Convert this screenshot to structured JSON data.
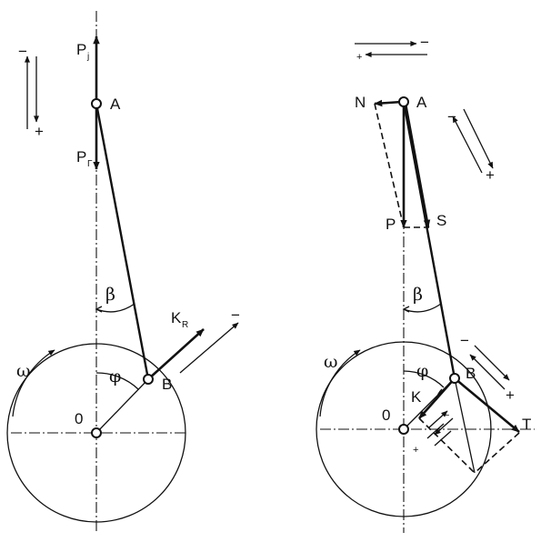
{
  "left_diagram": {
    "labels": {
      "pj_main": "P",
      "pj_sub": "j",
      "a": "A",
      "pr_main": "P",
      "pr_sub": "Г",
      "beta": "β",
      "kr_main": "K",
      "kr_sub": "R",
      "omega": "ω",
      "phi": "φ",
      "b": "B",
      "o": "0"
    },
    "signs": {
      "top_minus": "−",
      "top_plus": "+",
      "k_minus": "−"
    }
  },
  "right_diagram": {
    "labels": {
      "n": "N",
      "a": "A",
      "p": "P",
      "s": "S",
      "beta": "β",
      "omega": "ω",
      "phi": "φ",
      "b": "B",
      "k": "K",
      "o": "0",
      "t": "T"
    },
    "signs": {
      "top_minus": "−",
      "top_plus": "+",
      "rod_minus": "−",
      "rod_plus": "+",
      "t_minus": "−",
      "t_plus": "+",
      "k_minus": "−",
      "k_plus": "+"
    }
  },
  "colors": {
    "ink": "#111111",
    "background": "#ffffff"
  }
}
